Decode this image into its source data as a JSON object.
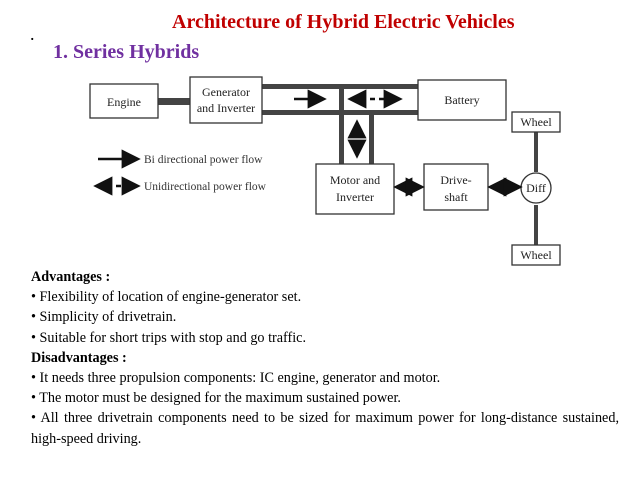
{
  "header": {
    "bullet": ".",
    "title": "Architecture of Hybrid Electric Vehicles",
    "subtitle": "1. Series Hybrids"
  },
  "diagram": {
    "engine": "Engine",
    "generator_line1": "Generator",
    "generator_line2": "and Inverter",
    "battery": "Battery",
    "motor_line1": "Motor and",
    "motor_line2": "Inverter",
    "driveshaft_line1": "Drive-",
    "driveshaft_line2": "shaft",
    "diff": "Diff",
    "wheel_top": "Wheel",
    "wheel_bottom": "Wheel",
    "legend_solid": "Bi directional power flow",
    "legend_dashed": "Unidirectional power flow"
  },
  "content": {
    "advantages_heading": "Advantages :",
    "advantages": [
      "• Flexibility of location of engine-generator set.",
      "• Simplicity of drivetrain.",
      "• Suitable for short trips with stop and go traffic."
    ],
    "disadvantages_heading": "Disadvantages :",
    "disadvantages": [
      "• It needs three propulsion components: IC engine, generator and motor.",
      "• The motor must be designed for the maximum sustained power.",
      "• All three drivetrain components need to be sized for maximum power for long-distance sustained, high-speed driving."
    ]
  }
}
